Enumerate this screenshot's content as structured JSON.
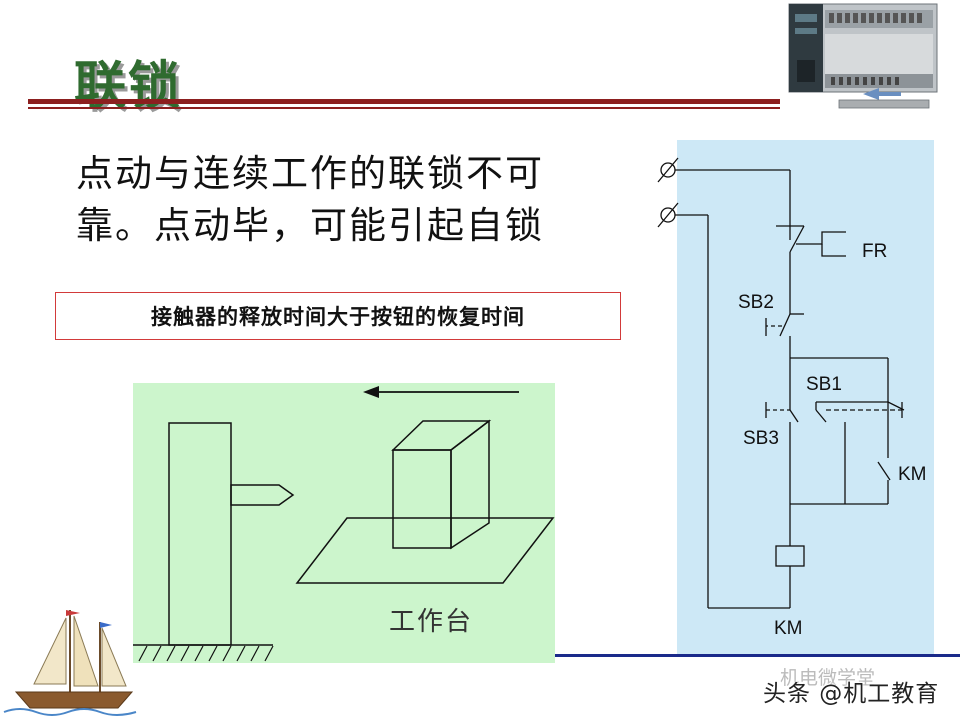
{
  "slide": {
    "title": "联锁",
    "statement": "点动与连续工作的联锁不可靠。点动毕，可能引起自锁",
    "reason": "接触器的释放时间大于按钮的恢复时间",
    "worktable_label": "工作台",
    "watermark": "机电微学堂",
    "attribution": "头条 @机工教育"
  },
  "circuit": {
    "labels": {
      "thermal_relay": "FR",
      "stop_button": "SB2",
      "start_button": "SB1",
      "jog_button": "SB3",
      "aux_contact": "KM",
      "coil": "KM"
    }
  },
  "colors": {
    "title_green": "#2f6b2f",
    "rule_red": "#8c1f1f",
    "mechanism_panel": "#ccf5cc",
    "circuit_panel": "#cde8f6",
    "footer_line": "#1a2a8a"
  },
  "icons": {
    "plc": "plc-module-icon",
    "boat": "sailboat-icon"
  }
}
